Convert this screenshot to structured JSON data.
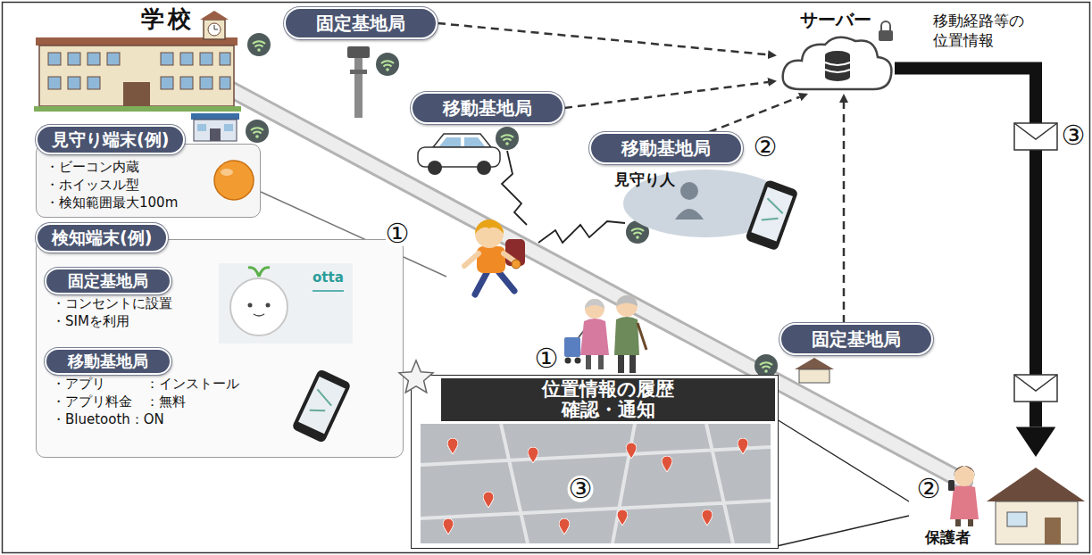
{
  "diagram": {
    "nodes": [
      {
        "text": [
          "学校"
        ]
      },
      {
        "text": [
          "固定基地局"
        ]
      },
      {
        "text": [
          "サーバー"
        ]
      },
      {
        "text": [
          "移動基地局"
        ]
      },
      {
        "text": [
          "移動基地局"
        ]
      },
      {
        "text": [
          "見守り端末(例)",
          "・ビーコン内蔵",
          "・ホイッスル型",
          "・検知範囲最大100m"
        ]
      },
      {
        "text": [
          "固定基地局"
        ]
      },
      {
        "text": [
          "検知端末(例)"
        ]
      },
      {
        "text": [
          "固定基地局",
          "・コンセントに設置",
          "・SIMを利用"
        ],
        "in": 7
      },
      {
        "text": [
          "移動基地局",
          "・アプリ　　　：インストール",
          "・アプリ料金　：無料",
          "・Bluetooth：ON"
        ],
        "in": 7
      },
      {
        "text": [
          "位置情報の履歴 確認・通知"
        ]
      },
      {
        "text": [
          "保護者"
        ]
      }
    ],
    "edges": [
      {
        "from": 1,
        "to": 2,
        "arrow": "to"
      },
      {
        "from": 3,
        "to": 2,
        "arrow": "to"
      },
      {
        "from": 4,
        "to": 2,
        "arrow": "to"
      },
      {
        "from": 6,
        "to": 2,
        "arrow": "to"
      },
      {
        "from": 2,
        "to": 11,
        "arrow": "to"
      }
    ],
    "labels": [
      "移動経路等の 位置情報",
      "①",
      "①",
      "②",
      "②",
      "③",
      "③",
      "見守り人",
      "otta"
    ]
  }
}
